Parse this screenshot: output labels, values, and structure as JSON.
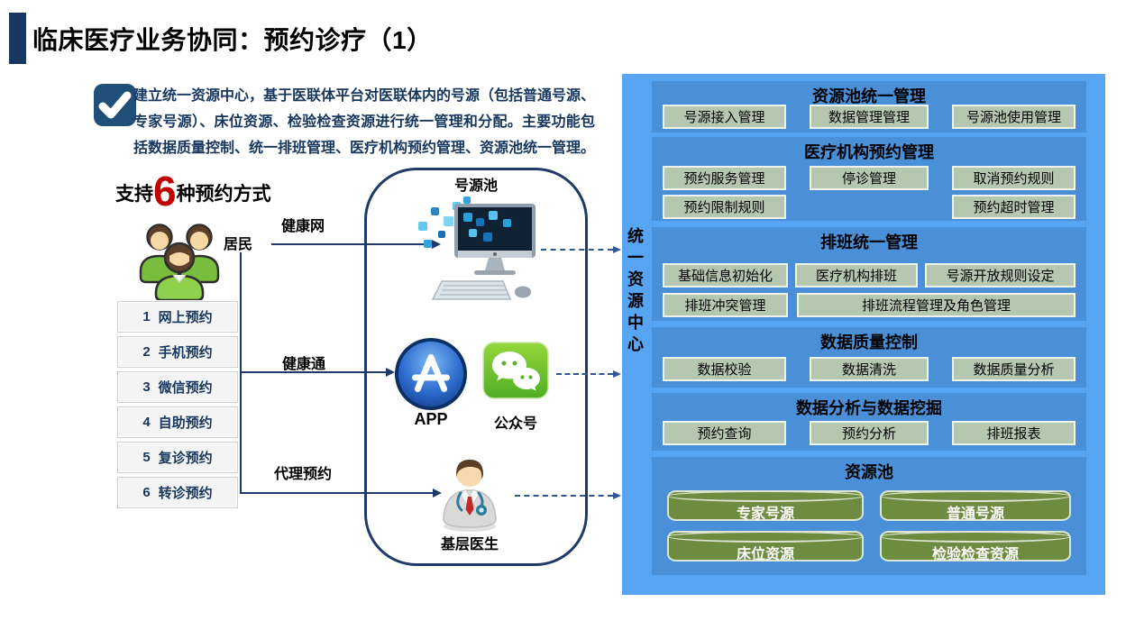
{
  "title": "临床医疗业务协同：预约诊疗（1）",
  "intro": "建立统一资源中心，基于医联体平台对医联体内的号源（包括普通号源、专家号源）、床位资源、检验检查资源进行统一管理和分配。主要功能包括数据质量控制、统一排班管理、医疗机构预约管理、资源池统一管理。",
  "support": {
    "prefix": "支持",
    "number": "6",
    "suffix": "种预约方式"
  },
  "resident_label": "居民",
  "methods": [
    {
      "num": "1",
      "label": "网上预约"
    },
    {
      "num": "2",
      "label": "手机预约"
    },
    {
      "num": "3",
      "label": "微信预约"
    },
    {
      "num": "4",
      "label": "自助预约"
    },
    {
      "num": "5",
      "label": "复诊预约"
    },
    {
      "num": "6",
      "label": "转诊预约"
    }
  ],
  "channels": {
    "top": "健康网",
    "middle": "健康通",
    "bottom": "代理预约"
  },
  "hub": {
    "pool": "号源池",
    "app": "APP",
    "wechat": "公众号",
    "doctor": "基层医生"
  },
  "panel": {
    "side_label": "统\n一\n资\n源\n中\n心",
    "sections": [
      {
        "title": "资源池统一管理",
        "items": [
          "号源接入管理",
          "数据管理管理",
          "号源池使用管理"
        ]
      },
      {
        "title": "医疗机构预约管理",
        "rows": [
          [
            "预约服务管理",
            "停诊管理",
            "取消预约规则"
          ],
          [
            "预约限制规则",
            "预约超时管理"
          ]
        ]
      },
      {
        "title": "排班统一管理",
        "rows": [
          [
            "基础信息初始化",
            "医疗机构排班",
            "号源开放规则设定"
          ],
          [
            "排班冲突管理",
            "排班流程管理及角色管理"
          ]
        ]
      },
      {
        "title": "数据质量控制",
        "items": [
          "数据校验",
          "数据清洗",
          "数据质量分析"
        ]
      },
      {
        "title": "数据分析与数据挖掘",
        "items": [
          "预约查询",
          "预约分析",
          "排班报表"
        ]
      },
      {
        "title": "资源池",
        "cylinders": [
          "专家号源",
          "普通号源",
          "床位资源",
          "检验检查资源"
        ]
      }
    ]
  },
  "colors": {
    "title_bar": "#17375e",
    "accent_navy": "#1f3a68",
    "red_number": "#c00000",
    "panel_bg": "#57a5f2",
    "section_bg": "#4a90d9",
    "item_bg": "#b6c7b0",
    "cylinder_bg": "#6d8c40"
  }
}
